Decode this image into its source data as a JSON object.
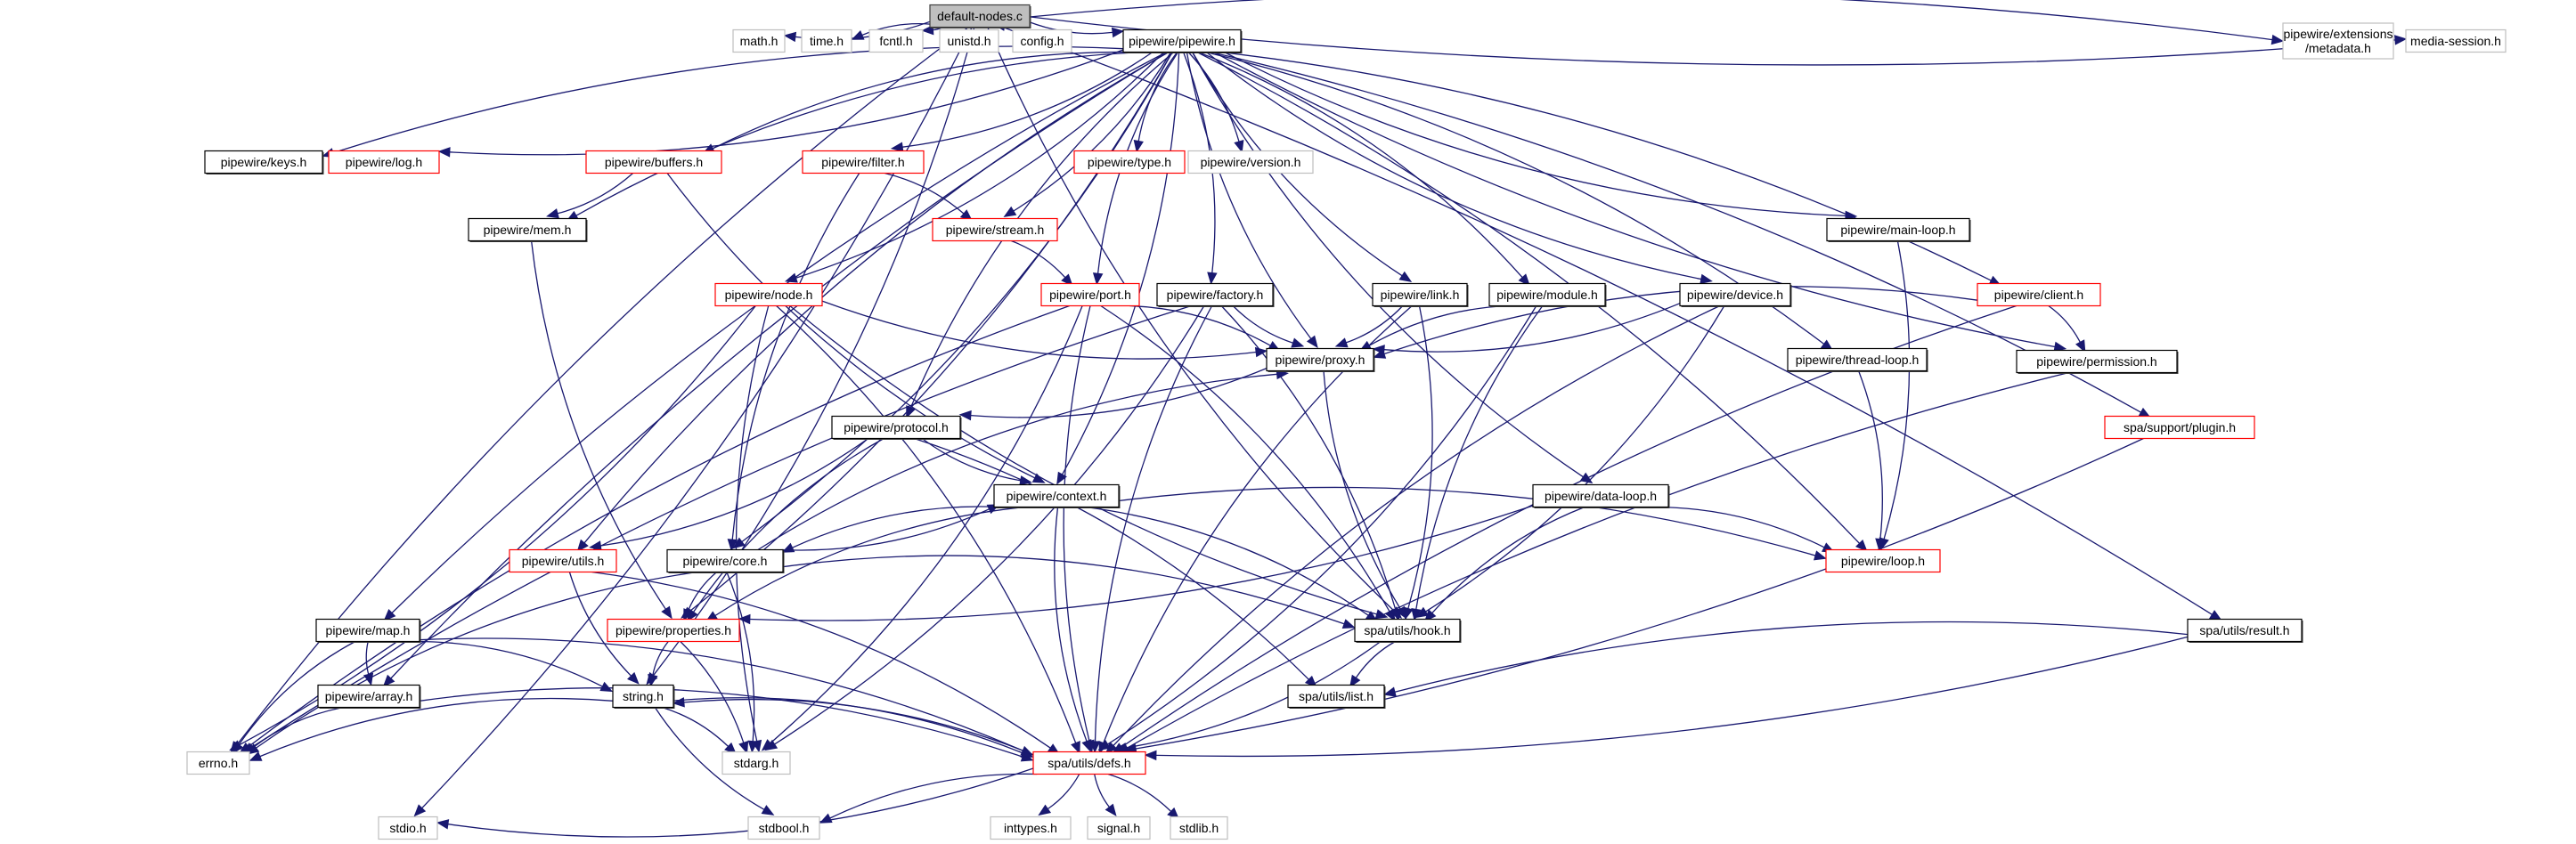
{
  "title": "default-nodes.c include dependency graph",
  "colors": {
    "edge": "#191970",
    "root_fill": "#bfbfbf",
    "root_border": "#404040",
    "documented_border": "#000000",
    "truncated_border": "#ff0000",
    "external_border": "#bfbfbf"
  },
  "nodes": [
    {
      "id": "default-nodes.c",
      "label": "default-nodes.c",
      "kind": "root"
    },
    {
      "id": "math.h",
      "label": "math.h",
      "kind": "external"
    },
    {
      "id": "time.h",
      "label": "time.h",
      "kind": "external"
    },
    {
      "id": "fcntl.h",
      "label": "fcntl.h",
      "kind": "external"
    },
    {
      "id": "unistd.h",
      "label": "unistd.h",
      "kind": "external"
    },
    {
      "id": "config.h",
      "label": "config.h",
      "kind": "external"
    },
    {
      "id": "pipewire/pipewire.h",
      "label": "pipewire/pipewire.h",
      "kind": "documented"
    },
    {
      "id": "pipewire/extensions/metadata.h",
      "label": "pipewire/extensions\n/metadata.h",
      "kind": "external"
    },
    {
      "id": "media-session.h",
      "label": "media-session.h",
      "kind": "external"
    },
    {
      "id": "pipewire/keys.h",
      "label": "pipewire/keys.h",
      "kind": "documented"
    },
    {
      "id": "pipewire/log.h",
      "label": "pipewire/log.h",
      "kind": "truncated"
    },
    {
      "id": "pipewire/buffers.h",
      "label": "pipewire/buffers.h",
      "kind": "truncated"
    },
    {
      "id": "pipewire/filter.h",
      "label": "pipewire/filter.h",
      "kind": "truncated"
    },
    {
      "id": "pipewire/type.h",
      "label": "pipewire/type.h",
      "kind": "truncated"
    },
    {
      "id": "pipewire/version.h",
      "label": "pipewire/version.h",
      "kind": "external"
    },
    {
      "id": "pipewire/mem.h",
      "label": "pipewire/mem.h",
      "kind": "documented"
    },
    {
      "id": "pipewire/stream.h",
      "label": "pipewire/stream.h",
      "kind": "truncated"
    },
    {
      "id": "pipewire/main-loop.h",
      "label": "pipewire/main-loop.h",
      "kind": "documented"
    },
    {
      "id": "pipewire/node.h",
      "label": "pipewire/node.h",
      "kind": "truncated"
    },
    {
      "id": "pipewire/port.h",
      "label": "pipewire/port.h",
      "kind": "truncated"
    },
    {
      "id": "pipewire/factory.h",
      "label": "pipewire/factory.h",
      "kind": "documented"
    },
    {
      "id": "pipewire/link.h",
      "label": "pipewire/link.h",
      "kind": "documented"
    },
    {
      "id": "pipewire/module.h",
      "label": "pipewire/module.h",
      "kind": "documented"
    },
    {
      "id": "pipewire/device.h",
      "label": "pipewire/device.h",
      "kind": "documented"
    },
    {
      "id": "pipewire/client.h",
      "label": "pipewire/client.h",
      "kind": "truncated"
    },
    {
      "id": "pipewire/proxy.h",
      "label": "pipewire/proxy.h",
      "kind": "documented"
    },
    {
      "id": "pipewire/thread-loop.h",
      "label": "pipewire/thread-loop.h",
      "kind": "documented"
    },
    {
      "id": "pipewire/permission.h",
      "label": "pipewire/permission.h",
      "kind": "documented"
    },
    {
      "id": "spa/support/plugin.h",
      "label": "spa/support/plugin.h",
      "kind": "truncated"
    },
    {
      "id": "pipewire/protocol.h",
      "label": "pipewire/protocol.h",
      "kind": "documented"
    },
    {
      "id": "pipewire/context.h",
      "label": "pipewire/context.h",
      "kind": "documented"
    },
    {
      "id": "pipewire/data-loop.h",
      "label": "pipewire/data-loop.h",
      "kind": "documented"
    },
    {
      "id": "pipewire/loop.h",
      "label": "pipewire/loop.h",
      "kind": "truncated"
    },
    {
      "id": "pipewire/utils.h",
      "label": "pipewire/utils.h",
      "kind": "truncated"
    },
    {
      "id": "pipewire/core.h",
      "label": "pipewire/core.h",
      "kind": "documented"
    },
    {
      "id": "pipewire/map.h",
      "label": "pipewire/map.h",
      "kind": "documented"
    },
    {
      "id": "pipewire/properties.h",
      "label": "pipewire/properties.h",
      "kind": "truncated"
    },
    {
      "id": "spa/utils/hook.h",
      "label": "spa/utils/hook.h",
      "kind": "documented"
    },
    {
      "id": "spa/utils/result.h",
      "label": "spa/utils/result.h",
      "kind": "documented"
    },
    {
      "id": "pipewire/array.h",
      "label": "pipewire/array.h",
      "kind": "documented"
    },
    {
      "id": "string.h",
      "label": "string.h",
      "kind": "documented"
    },
    {
      "id": "spa/utils/list.h",
      "label": "spa/utils/list.h",
      "kind": "documented"
    },
    {
      "id": "errno.h",
      "label": "errno.h",
      "kind": "external"
    },
    {
      "id": "stdarg.h",
      "label": "stdarg.h",
      "kind": "external"
    },
    {
      "id": "spa/utils/defs.h",
      "label": "spa/utils/defs.h",
      "kind": "truncated"
    },
    {
      "id": "stdio.h",
      "label": "stdio.h",
      "kind": "external"
    },
    {
      "id": "stdbool.h",
      "label": "stdbool.h",
      "kind": "external"
    },
    {
      "id": "inttypes.h",
      "label": "inttypes.h",
      "kind": "external"
    },
    {
      "id": "signal.h",
      "label": "signal.h",
      "kind": "external"
    },
    {
      "id": "stdlib.h",
      "label": "stdlib.h",
      "kind": "external"
    }
  ],
  "edges": [
    [
      "default-nodes.c",
      "math.h"
    ],
    [
      "default-nodes.c",
      "time.h"
    ],
    [
      "default-nodes.c",
      "fcntl.h"
    ],
    [
      "default-nodes.c",
      "unistd.h"
    ],
    [
      "default-nodes.c",
      "config.h"
    ],
    [
      "default-nodes.c",
      "pipewire/pipewire.h"
    ],
    [
      "default-nodes.c",
      "pipewire/extensions/metadata.h"
    ],
    [
      "default-nodes.c",
      "media-session.h"
    ],
    [
      "default-nodes.c",
      "stdio.h"
    ],
    [
      "default-nodes.c",
      "errno.h"
    ],
    [
      "default-nodes.c",
      "string.h"
    ],
    [
      "default-nodes.c",
      "spa/utils/hook.h"
    ],
    [
      "default-nodes.c",
      "spa/utils/result.h"
    ],
    [
      "pipewire/pipewire.h",
      "pipewire/keys.h"
    ],
    [
      "pipewire/pipewire.h",
      "pipewire/log.h"
    ],
    [
      "pipewire/pipewire.h",
      "pipewire/buffers.h"
    ],
    [
      "pipewire/pipewire.h",
      "pipewire/filter.h"
    ],
    [
      "pipewire/pipewire.h",
      "pipewire/type.h"
    ],
    [
      "pipewire/pipewire.h",
      "pipewire/version.h"
    ],
    [
      "pipewire/pipewire.h",
      "pipewire/mem.h"
    ],
    [
      "pipewire/pipewire.h",
      "pipewire/stream.h"
    ],
    [
      "pipewire/pipewire.h",
      "pipewire/main-loop.h"
    ],
    [
      "pipewire/pipewire.h",
      "pipewire/node.h"
    ],
    [
      "pipewire/pipewire.h",
      "pipewire/port.h"
    ],
    [
      "pipewire/pipewire.h",
      "pipewire/factory.h"
    ],
    [
      "pipewire/pipewire.h",
      "pipewire/link.h"
    ],
    [
      "pipewire/pipewire.h",
      "pipewire/module.h"
    ],
    [
      "pipewire/pipewire.h",
      "pipewire/device.h"
    ],
    [
      "pipewire/pipewire.h",
      "pipewire/client.h"
    ],
    [
      "pipewire/pipewire.h",
      "pipewire/proxy.h"
    ],
    [
      "pipewire/pipewire.h",
      "pipewire/thread-loop.h"
    ],
    [
      "pipewire/pipewire.h",
      "pipewire/permission.h"
    ],
    [
      "pipewire/pipewire.h",
      "spa/support/plugin.h"
    ],
    [
      "pipewire/pipewire.h",
      "pipewire/protocol.h"
    ],
    [
      "pipewire/pipewire.h",
      "pipewire/context.h"
    ],
    [
      "pipewire/pipewire.h",
      "pipewire/data-loop.h"
    ],
    [
      "pipewire/pipewire.h",
      "pipewire/loop.h"
    ],
    [
      "pipewire/pipewire.h",
      "pipewire/utils.h"
    ],
    [
      "pipewire/pipewire.h",
      "pipewire/core.h"
    ],
    [
      "pipewire/pipewire.h",
      "pipewire/map.h"
    ],
    [
      "pipewire/pipewire.h",
      "pipewire/properties.h"
    ],
    [
      "pipewire/pipewire.h",
      "pipewire/array.h"
    ],
    [
      "pipewire/buffers.h",
      "pipewire/mem.h"
    ],
    [
      "pipewire/buffers.h",
      "pipewire/context.h"
    ],
    [
      "pipewire/filter.h",
      "pipewire/stream.h"
    ],
    [
      "pipewire/filter.h",
      "pipewire/core.h"
    ],
    [
      "pipewire/stream.h",
      "pipewire/port.h"
    ],
    [
      "pipewire/mem.h",
      "pipewire/properties.h"
    ],
    [
      "pipewire/main-loop.h",
      "pipewire/loop.h"
    ],
    [
      "pipewire/node.h",
      "pipewire/proxy.h"
    ],
    [
      "pipewire/node.h",
      "errno.h"
    ],
    [
      "pipewire/node.h",
      "stdarg.h"
    ],
    [
      "pipewire/node.h",
      "spa/utils/defs.h"
    ],
    [
      "pipewire/node.h",
      "spa/utils/hook.h"
    ],
    [
      "pipewire/port.h",
      "pipewire/proxy.h"
    ],
    [
      "pipewire/port.h",
      "errno.h"
    ],
    [
      "pipewire/port.h",
      "stdarg.h"
    ],
    [
      "pipewire/port.h",
      "spa/utils/defs.h"
    ],
    [
      "pipewire/port.h",
      "spa/utils/hook.h"
    ],
    [
      "pipewire/factory.h",
      "pipewire/proxy.h"
    ],
    [
      "pipewire/factory.h",
      "stdarg.h"
    ],
    [
      "pipewire/factory.h",
      "spa/utils/defs.h"
    ],
    [
      "pipewire/factory.h",
      "spa/utils/hook.h"
    ],
    [
      "pipewire/factory.h",
      "errno.h"
    ],
    [
      "pipewire/link.h",
      "pipewire/proxy.h"
    ],
    [
      "pipewire/link.h",
      "spa/utils/defs.h"
    ],
    [
      "pipewire/link.h",
      "spa/utils/hook.h"
    ],
    [
      "pipewire/module.h",
      "pipewire/proxy.h"
    ],
    [
      "pipewire/module.h",
      "spa/utils/defs.h"
    ],
    [
      "pipewire/module.h",
      "spa/utils/hook.h"
    ],
    [
      "pipewire/device.h",
      "pipewire/proxy.h"
    ],
    [
      "pipewire/device.h",
      "spa/utils/defs.h"
    ],
    [
      "pipewire/device.h",
      "spa/utils/hook.h"
    ],
    [
      "pipewire/client.h",
      "pipewire/proxy.h"
    ],
    [
      "pipewire/client.h",
      "pipewire/permission.h"
    ],
    [
      "pipewire/client.h",
      "spa/utils/defs.h"
    ],
    [
      "pipewire/proxy.h",
      "pipewire/protocol.h"
    ],
    [
      "pipewire/proxy.h",
      "spa/utils/hook.h"
    ],
    [
      "pipewire/thread-loop.h",
      "pipewire/loop.h"
    ],
    [
      "pipewire/permission.h",
      "spa/utils/defs.h"
    ],
    [
      "spa/support/plugin.h",
      "spa/utils/defs.h"
    ],
    [
      "pipewire/protocol.h",
      "pipewire/context.h"
    ],
    [
      "pipewire/protocol.h",
      "pipewire/utils.h"
    ],
    [
      "pipewire/protocol.h",
      "pipewire/properties.h"
    ],
    [
      "pipewire/protocol.h",
      "spa/utils/list.h"
    ],
    [
      "pipewire/context.h",
      "pipewire/core.h"
    ],
    [
      "pipewire/context.h",
      "pipewire/loop.h"
    ],
    [
      "pipewire/context.h",
      "pipewire/properties.h"
    ],
    [
      "pipewire/context.h",
      "spa/utils/hook.h"
    ],
    [
      "pipewire/context.h",
      "spa/utils/defs.h"
    ],
    [
      "pipewire/data-loop.h",
      "pipewire/loop.h"
    ],
    [
      "pipewire/data-loop.h",
      "spa/utils/hook.h"
    ],
    [
      "pipewire/data-loop.h",
      "pipewire/properties.h"
    ],
    [
      "pipewire/utils.h",
      "string.h"
    ],
    [
      "pipewire/utils.h",
      "spa/utils/defs.h"
    ],
    [
      "pipewire/core.h",
      "pipewire/context.h"
    ],
    [
      "pipewire/core.h",
      "pipewire/proxy.h"
    ],
    [
      "pipewire/core.h",
      "pipewire/properties.h"
    ],
    [
      "pipewire/core.h",
      "spa/utils/hook.h"
    ],
    [
      "pipewire/core.h",
      "errno.h"
    ],
    [
      "pipewire/core.h",
      "stdarg.h"
    ],
    [
      "pipewire/map.h",
      "pipewire/array.h"
    ],
    [
      "pipewire/map.h",
      "string.h"
    ],
    [
      "pipewire/map.h",
      "errno.h"
    ],
    [
      "pipewire/map.h",
      "spa/utils/defs.h"
    ],
    [
      "pipewire/properties.h",
      "string.h"
    ],
    [
      "pipewire/properties.h",
      "stdarg.h"
    ],
    [
      "spa/utils/hook.h",
      "spa/utils/list.h"
    ],
    [
      "spa/utils/hook.h",
      "spa/utils/defs.h"
    ],
    [
      "spa/utils/result.h",
      "spa/utils/list.h"
    ],
    [
      "spa/utils/result.h",
      "spa/utils/defs.h"
    ],
    [
      "pipewire/array.h",
      "errno.h"
    ],
    [
      "pipewire/array.h",
      "spa/utils/defs.h"
    ],
    [
      "string.h",
      "errno.h"
    ],
    [
      "string.h",
      "stdarg.h"
    ],
    [
      "string.h",
      "stdbool.h"
    ],
    [
      "string.h",
      "spa/utils/defs.h"
    ],
    [
      "spa/utils/defs.h",
      "string.h"
    ],
    [
      "spa/utils/defs.h",
      "stdio.h"
    ],
    [
      "spa/utils/defs.h",
      "stdbool.h"
    ],
    [
      "spa/utils/defs.h",
      "inttypes.h"
    ],
    [
      "spa/utils/defs.h",
      "signal.h"
    ],
    [
      "spa/utils/defs.h",
      "stdlib.h"
    ]
  ]
}
